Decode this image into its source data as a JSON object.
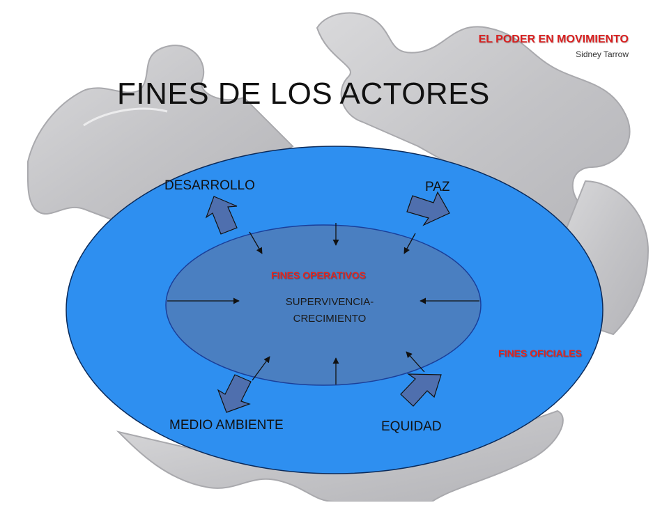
{
  "header": {
    "title": "EL PODER EN MOVIMIENTO",
    "author": "Sidney Tarrow"
  },
  "slide": {
    "title": "FINES DE LOS ACTORES"
  },
  "diagram": {
    "outer_label": "FINES OFICIALES",
    "inner_label": "FINES OPERATIVOS",
    "center_line1": "SUPERVIVENCIA-",
    "center_line2": "CRECIMIENTO",
    "goals": {
      "top_left": "DESARROLLO",
      "top_right": "PAZ",
      "bottom_left": "MEDIO AMBIENTE",
      "bottom_right": "EQUIDAD"
    }
  },
  "colors": {
    "outer_fill": "#2e8ff0",
    "inner_fill": "#4a7fc1",
    "block_arrow": "#4f6fae",
    "accent_red": "#e0261f",
    "puzzle": "#c8c8ca"
  },
  "icons": {
    "background": "puzzle-pieces-icon"
  }
}
